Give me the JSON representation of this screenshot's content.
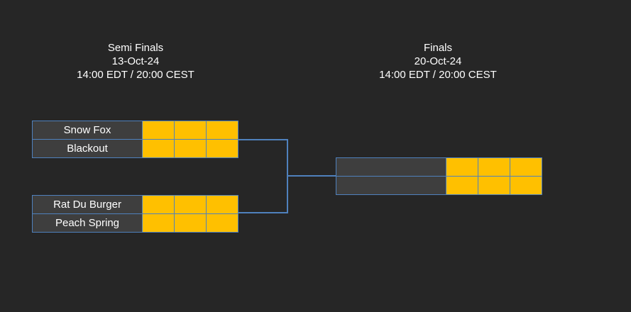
{
  "colors": {
    "page_bg": "#262626",
    "cell_bg": "#3e3e3e",
    "score_bg": "#ffc000",
    "line": "#4f81bd",
    "text": "#ffffff"
  },
  "headers": {
    "semifinals": {
      "title": "Semi Finals",
      "date": "13-Oct-24",
      "time": "14:00 EDT / 20:00 CEST"
    },
    "finals": {
      "title": "Finals",
      "date": "20-Oct-24",
      "time": "14:00 EDT / 20:00 CEST"
    }
  },
  "bracket": {
    "semifinal_match_1": {
      "team_top": "Snow Fox",
      "team_bottom": "Blackout"
    },
    "semifinal_match_2": {
      "team_top": "Rat Du Burger",
      "team_bottom": "Peach Spring"
    },
    "final_match": {
      "team_top": "",
      "team_bottom": ""
    },
    "score_slots_per_team": 3
  }
}
